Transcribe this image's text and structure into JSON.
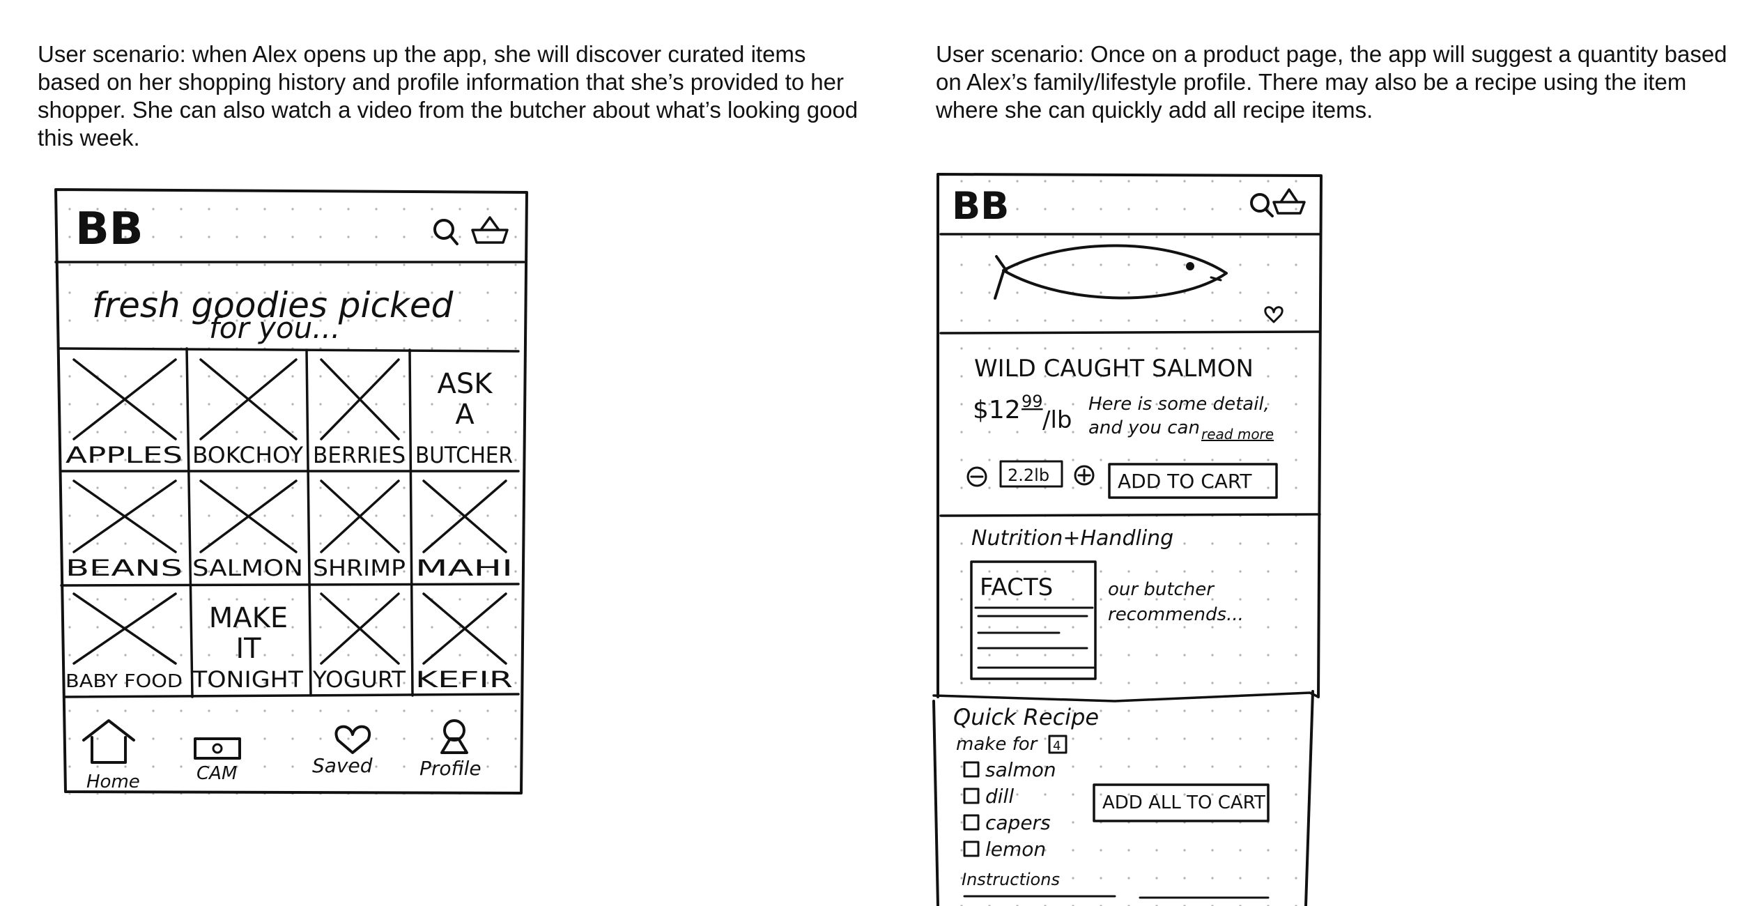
{
  "scenarios": {
    "left": "User scenario: when Alex opens up the app, she will discover curated items based on her shopping history and profile information that she’s provided to her shopper. She can also watch a video from the butcher about what’s looking good this week.",
    "right": "User scenario: Once on a product page, the app will suggest a quantity based on Alex’s family/lifestyle profile. There may also be a recipe using the item where she can quickly add all recipe items."
  },
  "home_screen": {
    "logo": "BB",
    "search_icon": "search-icon",
    "cart_icon": "basket-icon",
    "heading_line1": "fresh goodies picked",
    "heading_line2": "for you...",
    "grid": [
      {
        "label": "APPLES",
        "type": "image"
      },
      {
        "label": "BOKCHOY",
        "type": "image"
      },
      {
        "label": "BERRIES",
        "type": "image"
      },
      {
        "label": "BUTCHER",
        "type": "text",
        "lines": [
          "ASK",
          "A"
        ]
      },
      {
        "label": "BEANS",
        "type": "image"
      },
      {
        "label": "SALMON",
        "type": "image"
      },
      {
        "label": "SHRIMP",
        "type": "image"
      },
      {
        "label": "MAHI",
        "type": "image"
      },
      {
        "label": "BABY FOOD",
        "type": "image"
      },
      {
        "label": "TONIGHT",
        "type": "text",
        "lines": [
          "MAKE",
          "IT"
        ]
      },
      {
        "label": "YOGURT",
        "type": "image"
      },
      {
        "label": "KEFIR",
        "type": "image"
      }
    ],
    "nav": [
      {
        "label": "Home",
        "icon": "home-icon"
      },
      {
        "label": "CAM",
        "icon": "camera-icon"
      },
      {
        "label": "Saved",
        "icon": "heart-icon"
      },
      {
        "label": "Profile",
        "icon": "profile-icon"
      }
    ]
  },
  "product_screen": {
    "logo": "BB",
    "search_icon": "search-icon",
    "cart_icon": "basket-icon",
    "product_icon": "fish-icon",
    "title": "WILD CAUGHT SALMON",
    "price_main": "$12",
    "price_cents": "99",
    "price_unit": "/lb",
    "detail_line1": "Here is some detail,",
    "detail_line2": "and you can",
    "read_more": "read more",
    "quantity": "2.2lb",
    "add_to_cart": "ADD TO CART",
    "section_title": "Nutrition+Handling",
    "facts_label": "FACTS",
    "butcher_line1": "our butcher",
    "butcher_line2": "recommends...",
    "recipe_title": "Quick Recipe",
    "make_for": "make for",
    "make_for_count": "4",
    "recipe_items": [
      "salmon",
      "dill",
      "capers",
      "lemon"
    ],
    "instructions": "Instructions",
    "add_all": "ADD ALL TO CART"
  }
}
